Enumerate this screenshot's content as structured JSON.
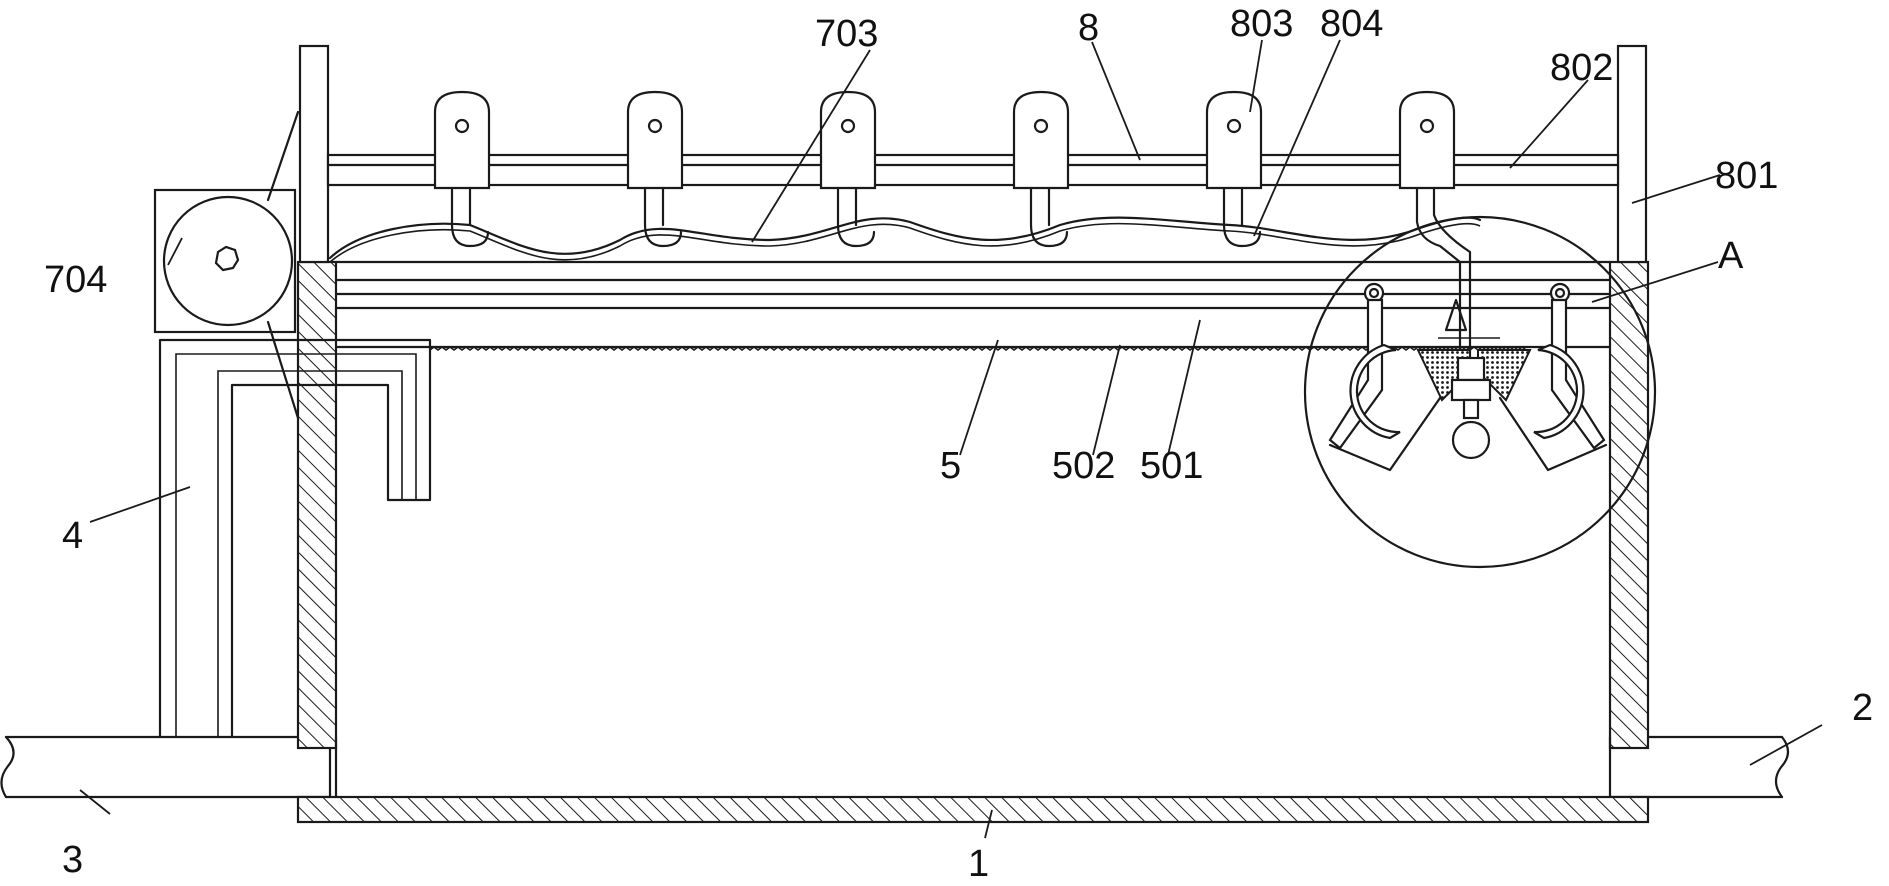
{
  "figure": {
    "labels": {
      "l1": "1",
      "l2": "2",
      "l3": "3",
      "l4": "4",
      "l5": "5",
      "l501": "501",
      "l502": "502",
      "l703": "703",
      "l704": "704",
      "l8": "8",
      "l801": "801",
      "l802": "802",
      "l803": "803",
      "l804": "804",
      "lA": "A"
    }
  }
}
